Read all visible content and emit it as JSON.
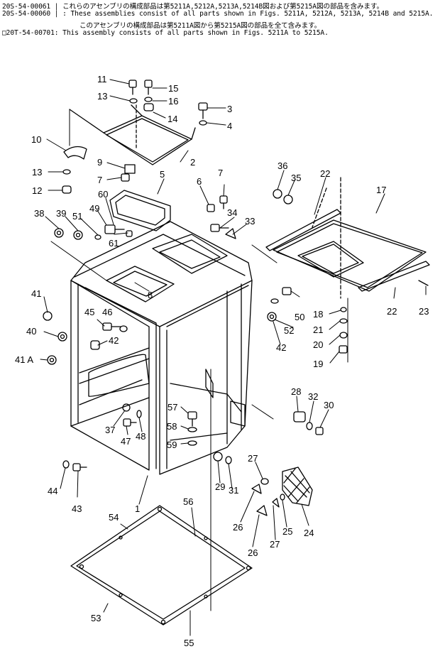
{
  "header": {
    "line1_code": "20S-54-00061",
    "line1_note": "これらのアセンブリの構成部品は第5211A,5212A,5213A,5214B図および第5215A図の部品を含みます。",
    "line2_code": "20S-54-00060",
    "line2_note": ": These assemblies consist of all parts shown in Figs. 5211A, 5212A, 5213A, 5214B and 5215A.",
    "line3_note": "このアセンブリの構成部品は第5211A図から第5215A図の部品を全て含みます。",
    "line4_code": "□20T-54-00701",
    "line4_note": ": This assembly consists of all parts shown in Figs. 5211A to 5215A."
  },
  "callouts": {
    "n1": "1",
    "n2": "2",
    "n3": "3",
    "n4": "4",
    "n5": "5",
    "n6": "6",
    "n7a": "7",
    "n7b": "7",
    "n8": "8",
    "n9": "9",
    "n10": "10",
    "n11": "11",
    "n12": "12",
    "n13a": "13",
    "n13b": "13",
    "n14": "14",
    "n15": "15",
    "n16": "16",
    "n17": "17",
    "n18": "18",
    "n19": "19",
    "n20": "20",
    "n21": "21",
    "n22a": "22",
    "n22b": "22",
    "n23": "23",
    "n24": "24",
    "n25": "25",
    "n26a": "26",
    "n26b": "26",
    "n27a": "27",
    "n27b": "27",
    "n28": "28",
    "n29": "29",
    "n30": "30",
    "n31": "31",
    "n32": "32",
    "n33": "33",
    "n34": "34",
    "n35": "35",
    "n36": "36",
    "n37": "37",
    "n38": "38",
    "n39": "39",
    "n40": "40",
    "n41": "41",
    "n41a": "41 A",
    "n42a": "42",
    "n42b": "42",
    "n43": "43",
    "n44": "44",
    "n45": "45",
    "n46": "46",
    "n47": "47",
    "n48": "48",
    "n49": "49",
    "n50": "50",
    "n51": "51",
    "n52": "52",
    "n53": "53",
    "n54": "54",
    "n55": "55",
    "n56": "56",
    "n57": "57",
    "n58": "58",
    "n59": "59",
    "n60": "60",
    "n61": "61"
  }
}
